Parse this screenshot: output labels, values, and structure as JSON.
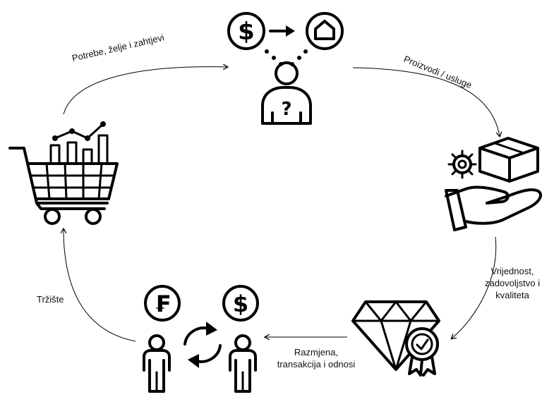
{
  "labels": {
    "needs": "Potrebe, želje i zahtjevi",
    "products": "Proizvodi / usluge",
    "value": [
      "Vrijednost,",
      "zadovoljstvo i",
      "kvaliteta"
    ],
    "exchange": [
      "Razmjena,",
      "transakcija i odnosi"
    ],
    "market": "Tržište"
  },
  "icons": {
    "top": [
      "dollar-coin-icon",
      "arrow-right-icon",
      "house-coin-icon",
      "thinking-person-icon"
    ],
    "right": [
      "gear-icon",
      "box-icon",
      "hand-icon"
    ],
    "bottom_right": [
      "diamond-icon",
      "quality-badge-icon"
    ],
    "bottom_left": [
      "franc-coin-icon",
      "dollar-coin-icon",
      "person-icon",
      "exchange-arrows-icon",
      "person-icon"
    ],
    "left": [
      "shopping-cart-icon",
      "bar-chart-icon"
    ]
  },
  "glyphs": {
    "dollar": "$",
    "franc": "₣",
    "question": "?"
  }
}
